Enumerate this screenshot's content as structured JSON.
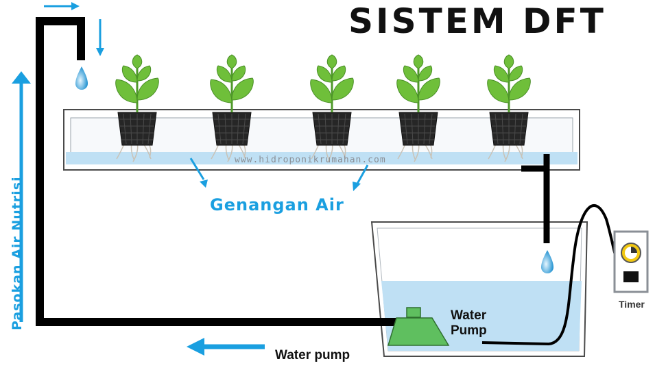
{
  "title": "SISTEM DFT",
  "website": "www.hidroponikrumahan.com",
  "labels": {
    "stagnant_water": "Genangan Air",
    "nutrient_supply": "Pasokan Air Nutrisi",
    "pump_in_tank_line1": "Water",
    "pump_in_tank_line2": "Pump",
    "pump_bottom": "Water pump",
    "timer": "Timer"
  },
  "plants": [
    "plant",
    "plant",
    "plant",
    "plant",
    "plant"
  ],
  "colors": {
    "water": "#bfe0f4",
    "arrow": "#1a9fe0",
    "leaf": "#6fbf3a",
    "pump": "#5fbf5f",
    "pipe": "#000000",
    "timer_face": "#f2c811"
  }
}
